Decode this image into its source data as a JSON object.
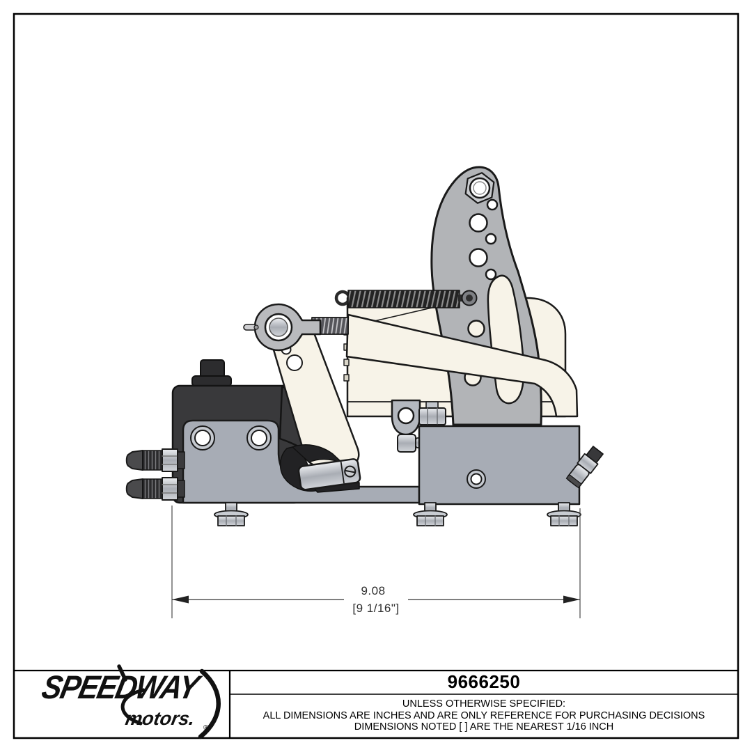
{
  "page": {
    "background": "#ffffff",
    "border_color": "#000000"
  },
  "drawing": {
    "description": "Side view technical illustration of a pedal and dual master cylinder assembly",
    "dimension": {
      "primary": "9.08",
      "secondary": "[9 1/16\"]"
    },
    "colors": {
      "cream": "#f7f3e8",
      "pedal_arm_gray": "#b2b4b7",
      "plate_gray": "#a7acb5",
      "counterbore_gray": "#c6cad0",
      "dark_body": "#39393b",
      "silver": "#c8ccd2",
      "spring_dark": "#232323",
      "outline": "#1a1a1a"
    }
  },
  "title_block": {
    "part_number": "9666250",
    "notes": [
      "UNLESS OTHERWISE SPECIFIED:",
      "ALL DIMENSIONS ARE INCHES AND ARE ONLY REFERENCE FOR PURCHASING DECISIONS",
      "DIMENSIONS NOTED [ ] ARE THE NEAREST 1/16 INCH"
    ],
    "logo": {
      "line1": "SPEEDWAY",
      "line2": "motors.",
      "registered": "®"
    }
  }
}
